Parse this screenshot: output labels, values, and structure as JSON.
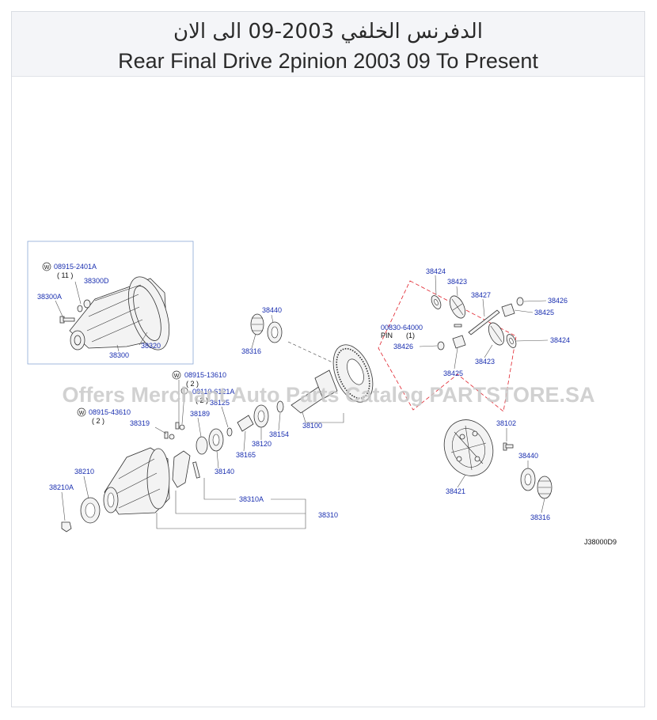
{
  "header": {
    "title_ar": "الدفرنس الخلفي 2003-09 الى الان",
    "title_en": "Rear Final Drive 2pinion 2003 09 To Present"
  },
  "watermark": "Offers Merchant Auto Parts Catalog PARTSTORE.SA",
  "diagram_code": "J38000D9",
  "colors": {
    "label_blue": "#1a2fb0",
    "kit_dash": "#e0202a",
    "watermark": "#c9c9c9"
  },
  "labels": {
    "w_08915_2401A": "08915-2401A",
    "qty_11": "( 11 )",
    "p38300D": "38300D",
    "p38300A": "38300A",
    "p38320": "38320",
    "p38300": "38300",
    "p38424_top": "38424",
    "p38423_top": "38423",
    "p38427": "38427",
    "p38426_right": "38426",
    "p38425_right": "38425",
    "p00830_64000": "00830-64000",
    "pin": "PIN",
    "qty_pin": "(1)",
    "p38426_left": "38426",
    "p38424_right": "38424",
    "p38425_left": "38425",
    "p38423_bottom": "38423",
    "p38440_top": "38440",
    "p38316_top": "38316",
    "w_08915_13610": "08915-13610",
    "qty_2a": "( 2 )",
    "p08110_6121A": "08110-6121A",
    "qty_2b": "( 2 )",
    "p38125": "38125",
    "w_08915_43610": "08915-43610",
    "qty_2c": "( 2 )",
    "p38319": "38319",
    "p38189": "38189",
    "p38154": "38154",
    "p38120": "38120",
    "p38165": "38165",
    "p38100": "38100",
    "p38140": "38140",
    "p38210": "38210",
    "p38210A": "38210A",
    "p38310A": "38310A",
    "p38310": "38310",
    "p38102": "38102",
    "p38440_right": "38440",
    "p38421": "38421",
    "p38316_right": "38316",
    "w_mark": "W"
  }
}
